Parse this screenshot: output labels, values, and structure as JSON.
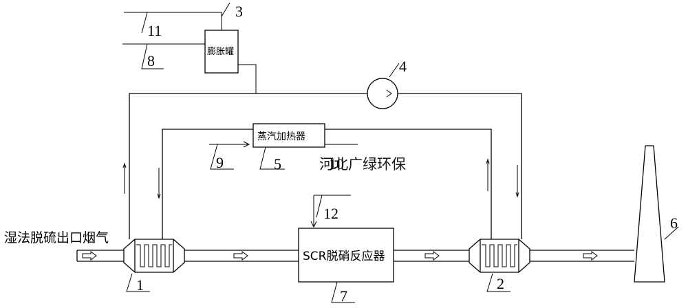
{
  "labels": {
    "inlet": "湿法脱硫出口烟气",
    "expansion_tank": "膨胀罐",
    "steam_heater": "蒸汽加热器",
    "scr_reactor": "SCR脱硝反应器",
    "watermark": "河北广绿环保"
  },
  "numbers": {
    "n1": "1",
    "n2": "2",
    "n3": "3",
    "n4": "4",
    "n5": "5",
    "n6": "6",
    "n7": "7",
    "n8": "8",
    "n9": "9",
    "n10": "10",
    "n11": "11",
    "n12": "12"
  }
}
